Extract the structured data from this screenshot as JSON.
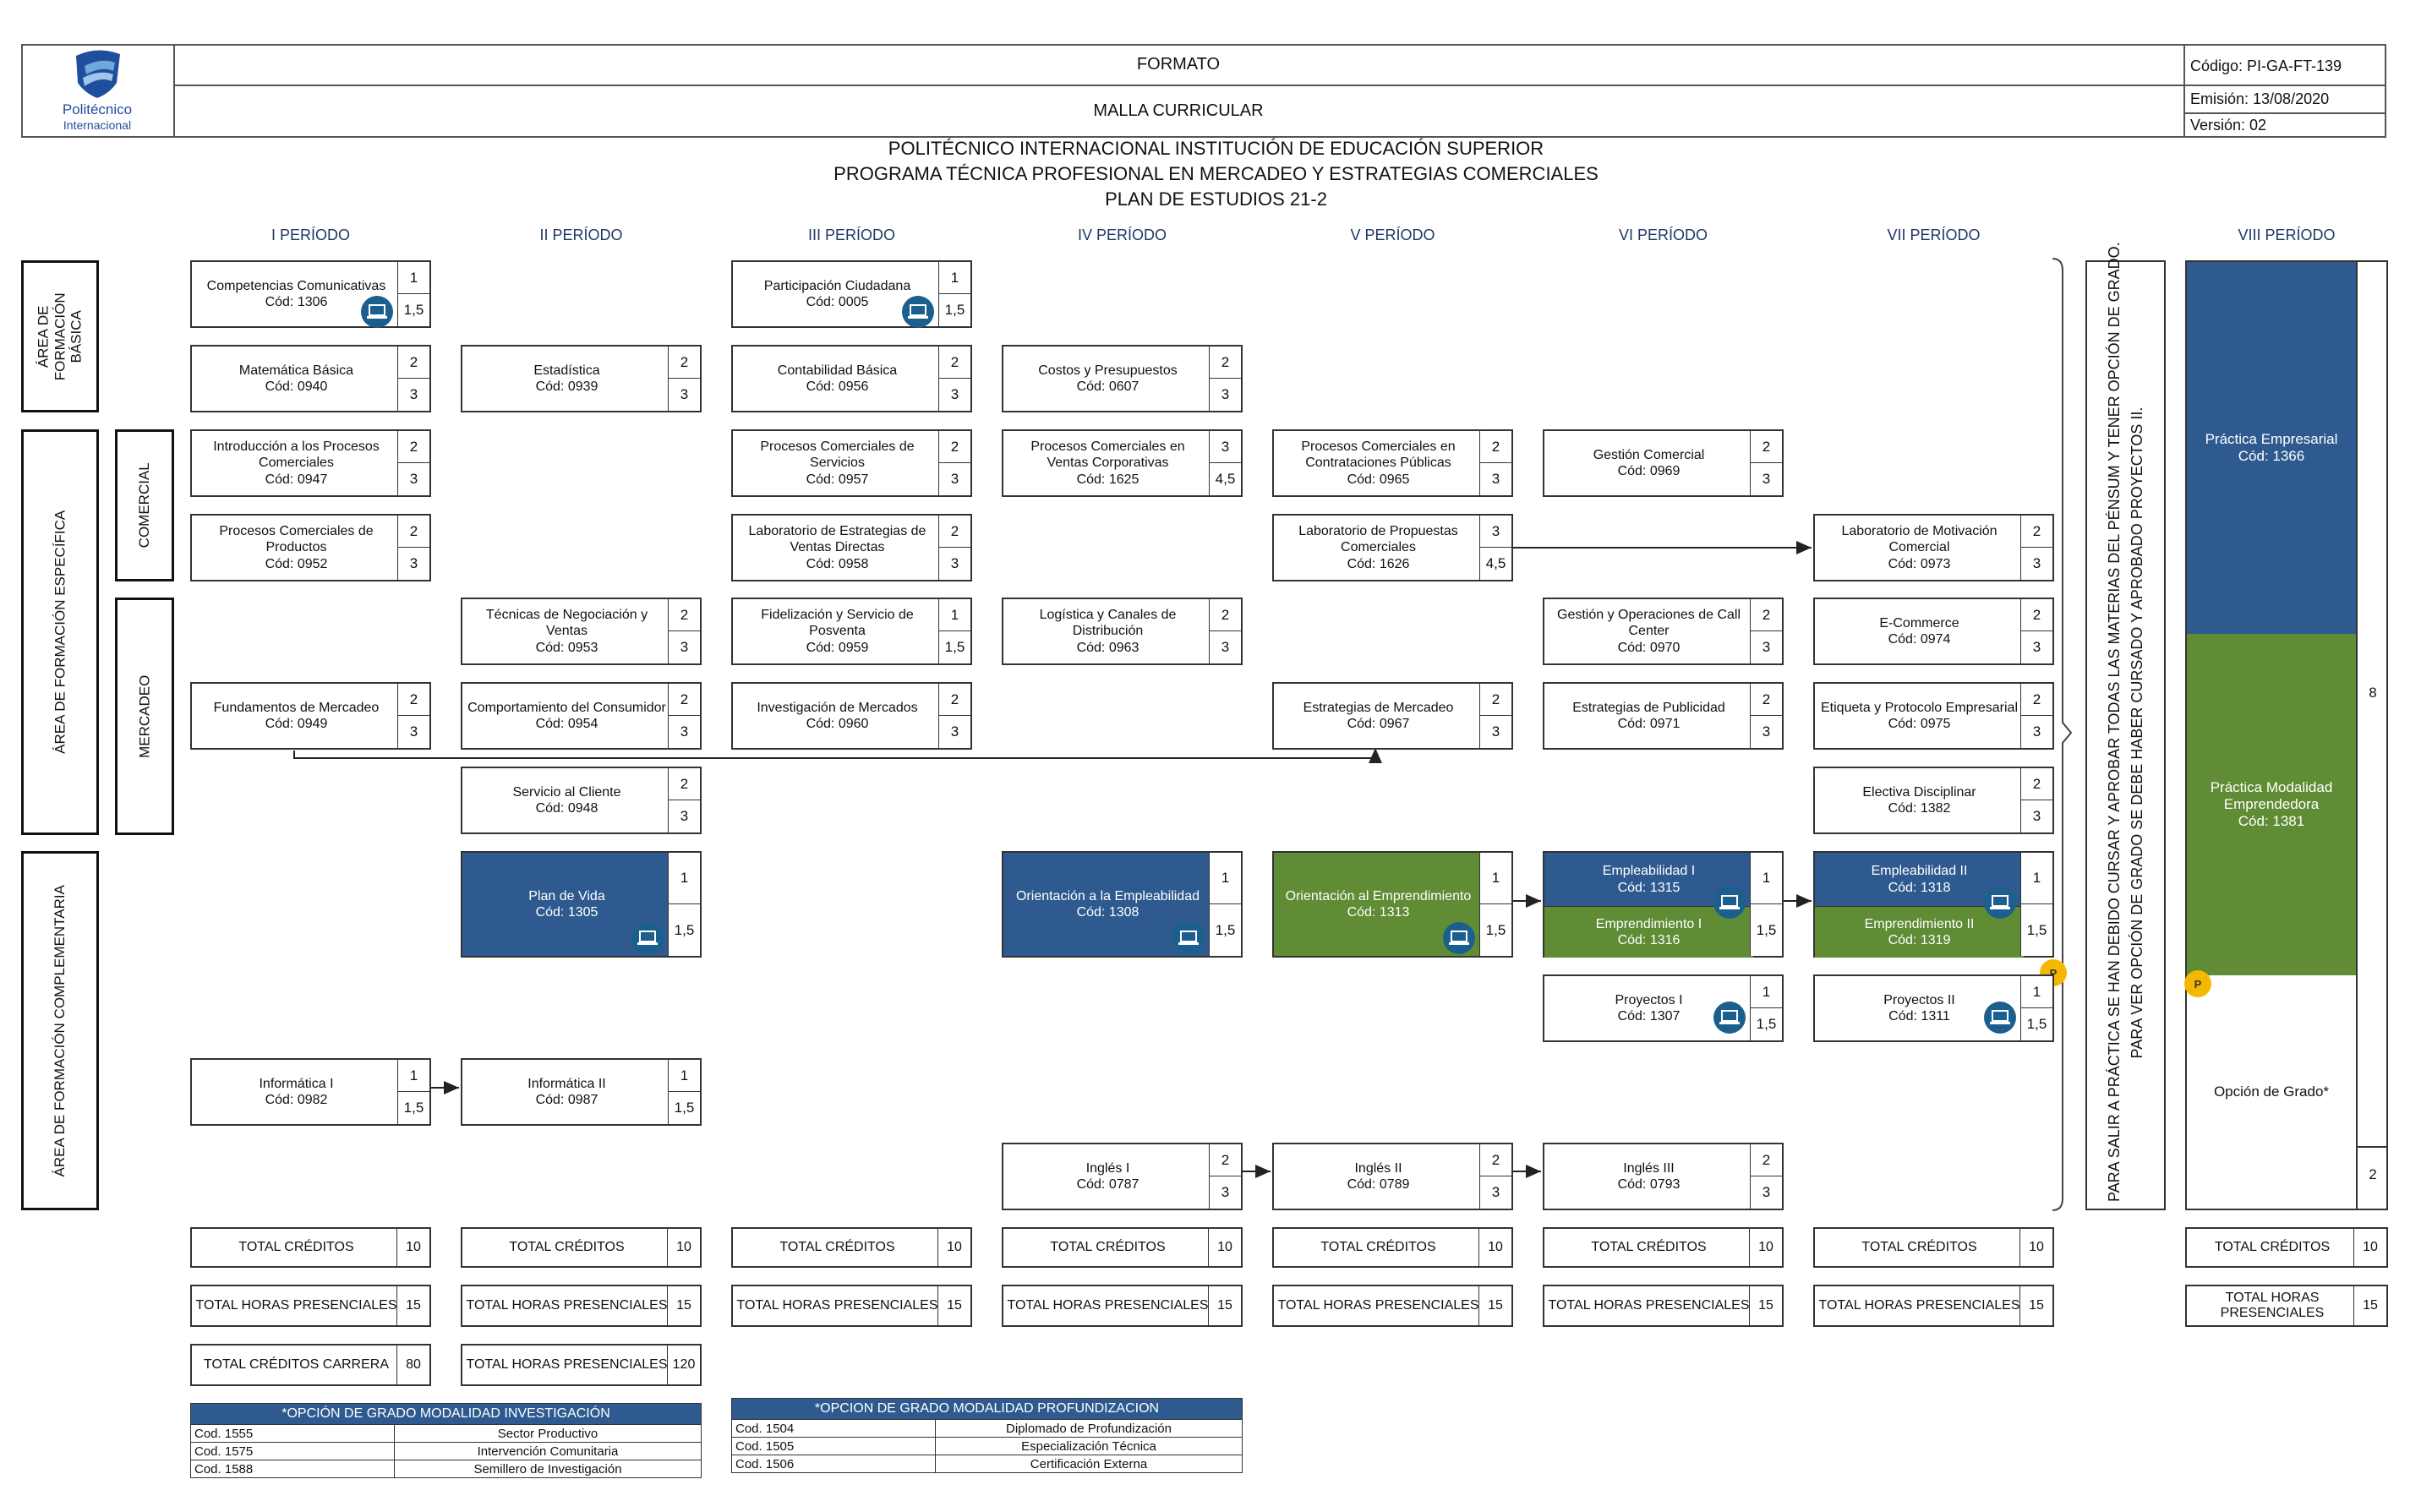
{
  "header": {
    "logo_text": "Politécnico",
    "logo_sub": "Internacional",
    "format_label": "FORMATO",
    "doc_name": "MALLA CURRICULAR",
    "code": "Código: PI-GA-FT-139",
    "emission": "Emisión: 13/08/2020",
    "version": "Versión: 02"
  },
  "titles": {
    "institution": "POLITÉCNICO INTERNACIONAL INSTITUCIÓN DE EDUCACIÓN SUPERIOR",
    "program": "PROGRAMA TÉCNICA PROFESIONAL EN MERCADEO Y ESTRATEGIAS COMERCIALES",
    "plan": "PLAN DE ESTUDIOS 21-2"
  },
  "periods": [
    "I PERÍODO",
    "II PERÍODO",
    "III PERÍODO",
    "IV PERÍODO",
    "V PERÍODO",
    "VI PERÍODO",
    "VII PERÍODO",
    "VIII PERÍODO"
  ],
  "areas": {
    "basica": "ÁREA DE FORMACIÓN BÁSICA",
    "especifica": "ÁREA DE FORMACIÓN ESPECÍFICA",
    "comercial": "COMERCIAL",
    "mercadeo": "MERCADEO",
    "complementaria": "ÁREA DE FORMACIÓN COMPLEMENTARIA"
  },
  "courses": {
    "c1306": {
      "name": "Competencias Comunicativas",
      "code": "Cód: 1306",
      "cr": "1",
      "hr": "1,5"
    },
    "c0005": {
      "name": "Participación Ciudadana",
      "code": "Cód: 0005",
      "cr": "1",
      "hr": "1,5"
    },
    "c0940": {
      "name": "Matemática Básica",
      "code": "Cód: 0940",
      "cr": "2",
      "hr": "3"
    },
    "c0939": {
      "name": "Estadística",
      "code": "Cód: 0939",
      "cr": "2",
      "hr": "3"
    },
    "c0956": {
      "name": "Contabilidad Básica",
      "code": "Cód: 0956",
      "cr": "2",
      "hr": "3"
    },
    "c0607": {
      "name": "Costos y Presupuestos",
      "code": "Cód: 0607",
      "cr": "2",
      "hr": "3"
    },
    "c0947": {
      "name": "Introducción a los Procesos Comerciales",
      "code": "Cód: 0947",
      "cr": "2",
      "hr": "3"
    },
    "c0957": {
      "name": "Procesos Comerciales de Servicios",
      "code": "Cód: 0957",
      "cr": "2",
      "hr": "3"
    },
    "c1625": {
      "name": "Procesos Comerciales en Ventas Corporativas",
      "code": "Cód: 1625",
      "cr": "3",
      "hr": "4,5"
    },
    "c0965": {
      "name": "Procesos Comerciales en Contrataciones Públicas",
      "code": "Cód: 0965",
      "cr": "2",
      "hr": "3"
    },
    "c0969": {
      "name": "Gestión Comercial",
      "code": "Cód: 0969",
      "cr": "2",
      "hr": "3"
    },
    "c0952": {
      "name": "Procesos Comerciales de Productos",
      "code": "Cód: 0952",
      "cr": "2",
      "hr": "3"
    },
    "c0958": {
      "name": "Laboratorio de Estrategias de Ventas Directas",
      "code": "Cód: 0958",
      "cr": "2",
      "hr": "3"
    },
    "c1626": {
      "name": "Laboratorio de Propuestas Comerciales",
      "code": "Cód: 1626",
      "cr": "3",
      "hr": "4,5"
    },
    "c0973": {
      "name": "Laboratorio de Motivación Comercial",
      "code": "Cód: 0973",
      "cr": "2",
      "hr": "3"
    },
    "c0953": {
      "name": "Técnicas de Negociación y Ventas",
      "code": "Cód: 0953",
      "cr": "2",
      "hr": "3"
    },
    "c0959": {
      "name": "Fidelización y Servicio de Posventa",
      "code": "Cód: 0959",
      "cr": "1",
      "hr": "1,5"
    },
    "c0963": {
      "name": "Logística y Canales de Distribución",
      "code": "Cód: 0963",
      "cr": "2",
      "hr": "3"
    },
    "c0970": {
      "name": "Gestión y Operaciones de Call Center",
      "code": "Cód: 0970",
      "cr": "2",
      "hr": "3"
    },
    "c0974": {
      "name": "E-Commerce",
      "code": "Cód: 0974",
      "cr": "2",
      "hr": "3"
    },
    "c0949": {
      "name": "Fundamentos de Mercadeo",
      "code": "Cód: 0949",
      "cr": "2",
      "hr": "3"
    },
    "c0954": {
      "name": "Comportamiento del Consumidor",
      "code": "Cód: 0954",
      "cr": "2",
      "hr": "3"
    },
    "c0960": {
      "name": "Investigación de Mercados",
      "code": "Cód: 0960",
      "cr": "2",
      "hr": "3"
    },
    "c0967": {
      "name": "Estrategias de Mercadeo",
      "code": "Cód: 0967",
      "cr": "2",
      "hr": "3"
    },
    "c0971": {
      "name": "Estrategias de Publicidad",
      "code": "Cód: 0971",
      "cr": "2",
      "hr": "3"
    },
    "c0975": {
      "name": "Etiqueta y Protocolo Empresarial",
      "code": "Cód: 0975",
      "cr": "2",
      "hr": "3"
    },
    "c0948": {
      "name": "Servicio al Cliente",
      "code": "Cód: 0948",
      "cr": "2",
      "hr": "3"
    },
    "c1382": {
      "name": "Electiva Disciplinar",
      "code": "Cód: 1382",
      "cr": "2",
      "hr": "3"
    },
    "c1305": {
      "name": "Plan de Vida",
      "code": "Cód: 1305",
      "cr": "1",
      "hr": "1,5"
    },
    "c1308": {
      "name": "Orientación a la Empleabilidad",
      "code": "Cód: 1308",
      "cr": "1",
      "hr": "1,5"
    },
    "c1313": {
      "name": "Orientación al Emprendimiento",
      "code": "Cód: 1313",
      "cr": "1",
      "hr": "1,5"
    },
    "c1315": {
      "name": "Empleabilidad I",
      "code": "Cód: 1315",
      "cr": "1",
      "hr": "1,5"
    },
    "c1316": {
      "name": "Emprendimiento I",
      "code": "Cód: 1316"
    },
    "c1318": {
      "name": "Empleabilidad II",
      "code": "Cód: 1318",
      "cr": "1",
      "hr": "1,5"
    },
    "c1319": {
      "name": "Emprendimiento II",
      "code": "Cód: 1319"
    },
    "c1307": {
      "name": "Proyectos I",
      "code": "Cód: 1307",
      "cr": "1",
      "hr": "1,5"
    },
    "c1311": {
      "name": "Proyectos II",
      "code": "Cód: 1311",
      "cr": "1",
      "hr": "1,5"
    },
    "c0982": {
      "name": "Informática I",
      "code": "Cód: 0982",
      "cr": "1",
      "hr": "1,5"
    },
    "c0987": {
      "name": "Informática II",
      "code": "Cód: 0987",
      "cr": "1",
      "hr": "1,5"
    },
    "c0787": {
      "name": "Inglés I",
      "code": "Cód: 0787",
      "cr": "2",
      "hr": "3"
    },
    "c0789": {
      "name": "Inglés II",
      "code": "Cód: 0789",
      "cr": "2",
      "hr": "3"
    },
    "c0793": {
      "name": "Inglés III",
      "code": "Cód: 0793",
      "cr": "2",
      "hr": "3"
    }
  },
  "period8": {
    "practica_empresarial": "Práctica Empresarial",
    "practica_code": "Cód: 1366",
    "practica_emp": "Práctica Modalidad Emprendedora",
    "practica_emp_code": "Cód: 1381",
    "opcion_grado": "Opción de Grado*",
    "credits_top": "8",
    "credits_bottom": "2"
  },
  "badge_label": "P",
  "note_line1": "PARA SALIR A PRÁCTICA SE HAN DEBIDO CURSAR Y APROBAR TODAS LAS MATERIAS DEL PÉNSUM Y TENER OPCIÓN DE GRADO.",
  "note_line2": "PARA VER OPCIÓN DE GRADO SE DEBE HABER CURSADO Y APROBADO PROYECTOS II.",
  "totals": {
    "label_credits": "TOTAL CRÉDITOS",
    "label_hours": "TOTAL HORAS PRESENCIALES",
    "credits": [
      "10",
      "10",
      "10",
      "10",
      "10",
      "10",
      "10",
      "10"
    ],
    "hours": [
      "15",
      "15",
      "15",
      "15",
      "15",
      "15",
      "15",
      "15"
    ],
    "career_label": "TOTAL CRÉDITOS CARRERA",
    "career_value": "80",
    "career_hours": "120"
  },
  "options": {
    "investigacion_title": "*OPCIÓN DE GRADO MODALIDAD INVESTIGACIÓN",
    "investigacion": [
      {
        "code": "Cod. 1555",
        "name": "Sector Productivo"
      },
      {
        "code": "Cod. 1575",
        "name": "Intervención Comunitaria"
      },
      {
        "code": "Cod. 1588",
        "name": "Semillero de Investigación"
      }
    ],
    "profundizacion_title": "*OPCION DE GRADO MODALIDAD PROFUNDIZACION",
    "profundizacion": [
      {
        "code": "Cod. 1504",
        "name": "Diplomado de Profundización"
      },
      {
        "code": "Cod. 1505",
        "name": "Especialización Técnica"
      },
      {
        "code": "Cod. 1506",
        "name": "Certificación Externa"
      }
    ]
  },
  "colors": {
    "blue": "#2e5a8f",
    "green": "#5f8c34",
    "badge": "#f5b800",
    "period_text": "#1f3864"
  }
}
